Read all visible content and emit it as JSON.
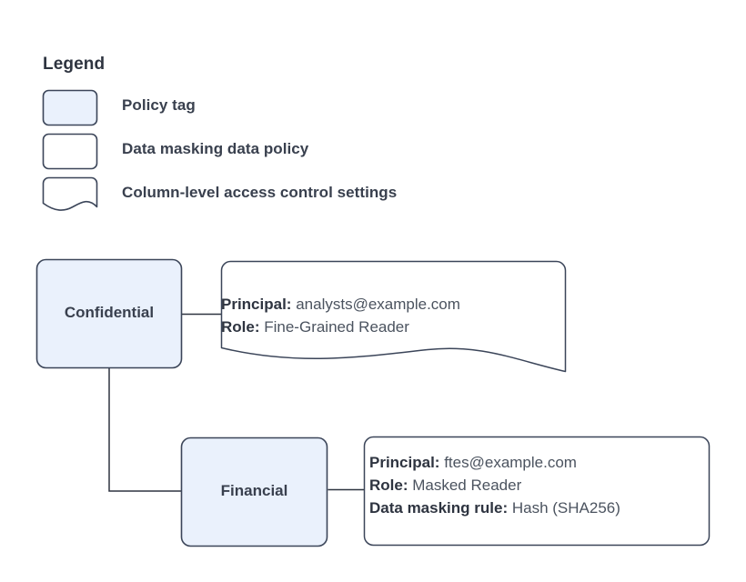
{
  "legend": {
    "title": "Legend",
    "items": [
      {
        "label": "Policy tag",
        "swatch": "policy-tag-swatch",
        "shape": "rounded-rect-filled",
        "fill": "#eaf1fc",
        "stroke": "#3b4559"
      },
      {
        "label": "Data masking data policy",
        "swatch": "data-masking-policy-swatch",
        "shape": "rounded-rect",
        "fill": "#ffffff",
        "stroke": "#3b4559"
      },
      {
        "label": "Column-level access control settings",
        "swatch": "access-control-settings-swatch",
        "shape": "document-wave",
        "fill": "#ffffff",
        "stroke": "#3b4559"
      }
    ]
  },
  "diagram": {
    "nodes": [
      {
        "id": "confidential",
        "label": "Confidential",
        "type": "policy-tag"
      },
      {
        "id": "financial",
        "label": "Financial",
        "type": "policy-tag"
      }
    ],
    "annotations": [
      {
        "id": "confidential-access-control",
        "type": "column-level-access-control-settings",
        "attached_to": "confidential",
        "rows": [
          {
            "key": "Principal:",
            "value": "analysts@example.com"
          },
          {
            "key": "Role:",
            "value": "Fine-Grained Reader"
          }
        ]
      },
      {
        "id": "financial-data-masking-policy",
        "type": "data-masking-data-policy",
        "attached_to": "financial",
        "rows": [
          {
            "key": "Principal:",
            "value": "ftes@example.com"
          },
          {
            "key": "Role:",
            "value": "Masked Reader"
          },
          {
            "key": "Data masking rule:",
            "value": "Hash (SHA256)"
          }
        ]
      }
    ],
    "edges": [
      {
        "from": "confidential",
        "to": "confidential-access-control",
        "style": "straight"
      },
      {
        "from": "confidential",
        "to": "financial",
        "style": "orthogonal"
      },
      {
        "from": "financial",
        "to": "financial-data-masking-policy",
        "style": "straight"
      }
    ]
  },
  "colors": {
    "tag_fill": "#eaf1fc",
    "stroke": "#3b4559",
    "connector": "#2e3440",
    "text_strong": "#2e3440",
    "text_value": "#4b535f",
    "background": "#ffffff"
  }
}
